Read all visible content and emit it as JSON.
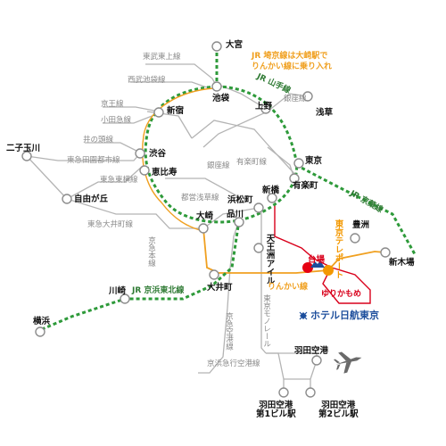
{
  "colors": {
    "jr_yamanote": "#2e9a3a",
    "rinkai": "#f0a020",
    "yurikamome": "#d9001b",
    "gray_line": "#b4b4b4",
    "station_fill": "#ffffff",
    "station_stroke": "#8c8c8c",
    "daiba_marker": "#e60012",
    "telepo_marker": "#f39800",
    "hotel_text": "#1d4e9c"
  },
  "icons": {
    "hotel_logo": "hotel-logo-icon",
    "airplane": "airplane-icon"
  },
  "stations": {
    "omiya": "大宮",
    "ikebukuro": "池袋",
    "shinjuku": "新宿",
    "ueno": "上野",
    "asakusa": "浅草",
    "futakotamagawa": "二子玉川",
    "shibuya": "渋谷",
    "ebisu": "恵比寿",
    "jiyugaoka": "自由が丘",
    "tokyo": "東京",
    "yurakucho": "有楽町",
    "shinbashi": "新橋",
    "hamamatsucho": "浜松町",
    "osaki": "大崎",
    "shinagawa": "品川",
    "oimachi": "大井町",
    "kawasaki": "川崎",
    "yokohama": "横浜",
    "toyosu": "豊洲",
    "shinkiba": "新木場",
    "daiba": "台場",
    "tokyo_teleport": "東京テレポート",
    "tennozu_isle": "天王洲アイル",
    "haneda_airport": "羽田空港",
    "haneda_t1": "羽田空港\n第1ビル駅",
    "haneda_t2": "羽田空港\n第2ビル駅"
  },
  "lines": {
    "tobu_tojo": "東武東上線",
    "seibu_ikebukuro": "西武池袋線",
    "keio": "京王線",
    "odakyu": "小田急線",
    "inokashira": "井の頭線",
    "denentoshi": "東急田園都市線",
    "toyoko": "東急東横線",
    "oimachi_line": "東急大井町線",
    "toei_asakusa": "都営浅草線",
    "keikyu": "京急本線",
    "tokyo_monorail": "東京モノレール",
    "keikyu_airport": "京急空港線",
    "keikyu_airport2": "京浜急行空港線",
    "ginza": "銀座線",
    "yurakucho_line": "有楽町線",
    "ginza_line2": "銀座線",
    "jr_yamanote": "JR 山手線",
    "jr_keiyo": "JR 京葉線",
    "jr_keihin_tohoku": "JR 京浜東北線",
    "rinkai": "りんかい線",
    "yurikamome": "ゆりかもめ"
  },
  "notes": {
    "saikyo": "JR 埼京線は大崎駅で\nりんかい線に乗り入れ"
  },
  "hotel": {
    "name": "ホテル日航東京"
  }
}
